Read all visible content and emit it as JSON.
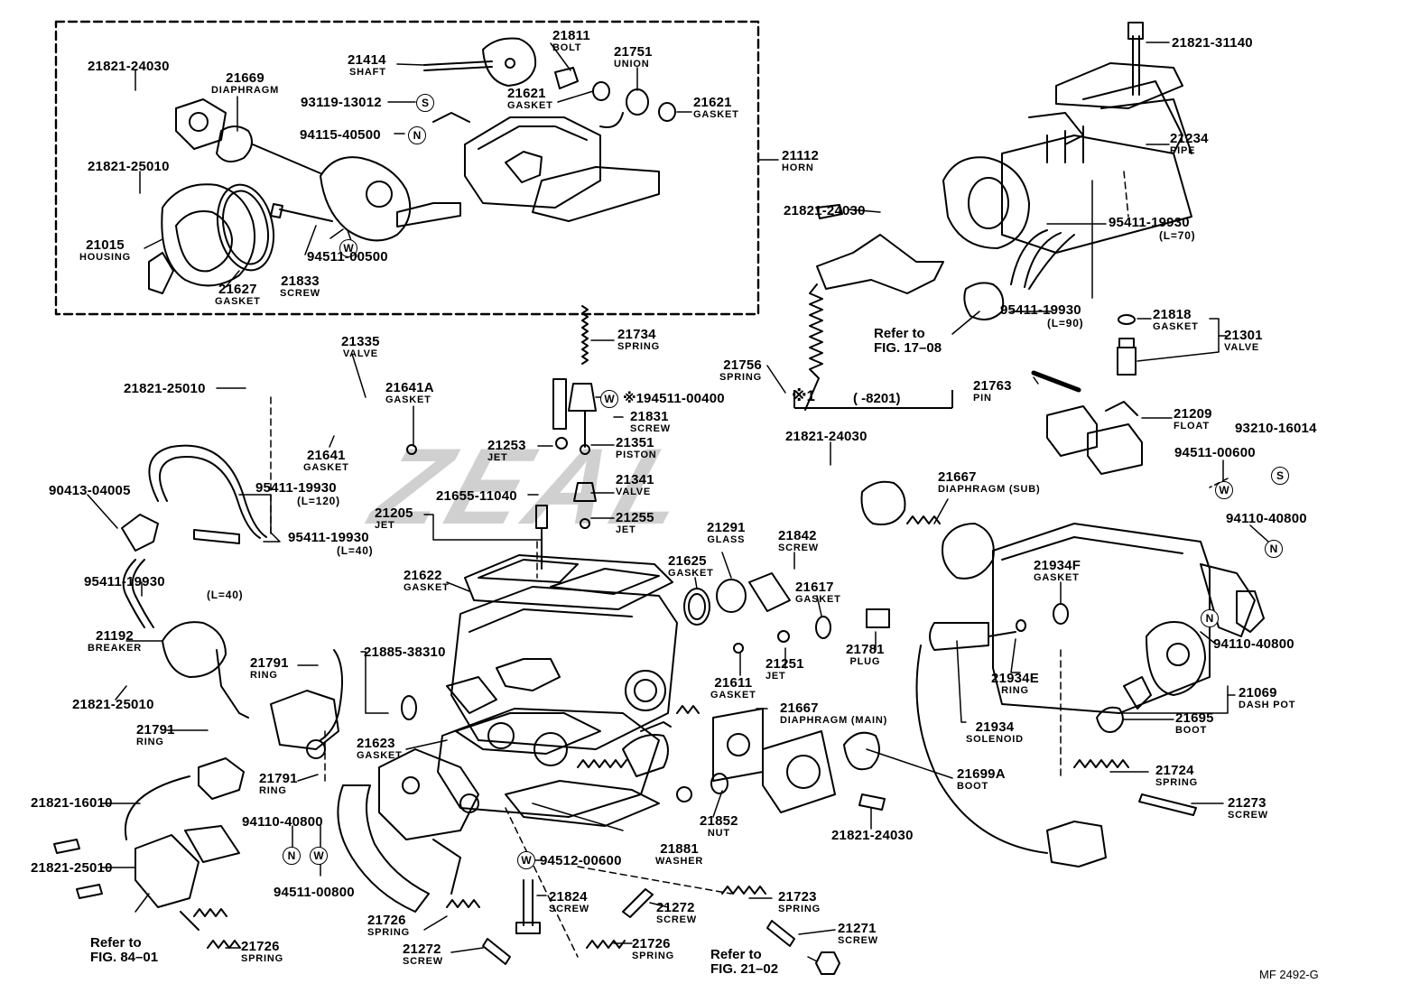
{
  "drawing_code": "MF 2492-G",
  "watermark": "ZEAL",
  "symbols": {
    "S": "S",
    "N": "N",
    "W": "W"
  },
  "note_box": {
    "mark": "※1",
    "range": "( -8201)"
  },
  "refs": {
    "fig_17_08": [
      "Refer to",
      "FIG. 17–08"
    ],
    "fig_84_01": [
      "Refer to",
      "FIG. 84–01"
    ],
    "fig_21_02": [
      "Refer to",
      "FIG. 21–02"
    ]
  },
  "parts": {
    "p21821_24030_a": {
      "number": "21821-24030",
      "name": ""
    },
    "p21669": {
      "number": "21669",
      "name": "DIAPHRAGM"
    },
    "p21414": {
      "number": "21414",
      "name": "SHAFT"
    },
    "p21811": {
      "number": "21811",
      "name": "BOLT"
    },
    "p21751": {
      "number": "21751",
      "name": "UNION"
    },
    "p93119": {
      "number": "93119-13012",
      "name": ""
    },
    "p21621_a": {
      "number": "21621",
      "name": "GASKET"
    },
    "p21621_b": {
      "number": "21621",
      "name": "GASKET"
    },
    "p94115": {
      "number": "94115-40500",
      "name": ""
    },
    "p21821_25010_a": {
      "number": "21821-25010",
      "name": ""
    },
    "p21112": {
      "number": "21112",
      "name": "HORN"
    },
    "p21015": {
      "number": "21015",
      "name": "HOUSING"
    },
    "p94511_00500": {
      "number": "94511-00500",
      "name": ""
    },
    "p21833": {
      "number": "21833",
      "name": "SCREW"
    },
    "p21627": {
      "number": "21627",
      "name": "GASKET"
    },
    "p21821_31140": {
      "number": "21821-31140",
      "name": ""
    },
    "p21234": {
      "number": "21234",
      "name": "PIPE"
    },
    "p21821_24030_b": {
      "number": "21821-24030",
      "name": ""
    },
    "p95411_l70": {
      "number": "95411-19930",
      "name": "(L=70)"
    },
    "p95411_l90": {
      "number": "95411-19930",
      "name": "(L=90)"
    },
    "p21818": {
      "number": "21818",
      "name": "GASKET"
    },
    "p21301": {
      "number": "21301",
      "name": "VALVE"
    },
    "p21734": {
      "number": "21734",
      "name": "SPRING"
    },
    "p21335": {
      "number": "21335",
      "name": "VALVE"
    },
    "p21821_25010_b": {
      "number": "21821-25010",
      "name": ""
    },
    "p21641a": {
      "number": "21641A",
      "name": "GASKET"
    },
    "p21756": {
      "number": "21756",
      "name": "SPRING"
    },
    "p94511_00400": {
      "number": "94511-00400",
      "name": ""
    },
    "p21831": {
      "number": "21831",
      "name": "SCREW"
    },
    "p21763": {
      "number": "21763",
      "name": "PIN"
    },
    "p21209": {
      "number": "21209",
      "name": "FLOAT"
    },
    "p93210": {
      "number": "93210-16014",
      "name": ""
    },
    "p21253": {
      "number": "21253",
      "name": "JET"
    },
    "p21351": {
      "number": "21351",
      "name": "PISTON"
    },
    "p21641": {
      "number": "21641",
      "name": "GASKET"
    },
    "p21821_24030_c": {
      "number": "21821-24030",
      "name": ""
    },
    "p94511_00600": {
      "number": "94511-00600",
      "name": ""
    },
    "p90413": {
      "number": "90413-04005",
      "name": ""
    },
    "p95411_l120": {
      "number": "95411-19930",
      "name": "(L=120)"
    },
    "p21655": {
      "number": "21655-11040",
      "name": ""
    },
    "p21341": {
      "number": "21341",
      "name": "VALVE"
    },
    "p21667_sub": {
      "number": "21667",
      "name": "DIAPHRAGM (SUB)"
    },
    "p21205": {
      "number": "21205",
      "name": "JET"
    },
    "p21255": {
      "number": "21255",
      "name": "JET"
    },
    "p94110_a": {
      "number": "94110-40800",
      "name": ""
    },
    "p95411_l40_a": {
      "number": "95411-19930",
      "name": "(L=40)"
    },
    "p21291": {
      "number": "21291",
      "name": "GLASS"
    },
    "p21842": {
      "number": "21842",
      "name": "SCREW"
    },
    "p95411_l40_b": {
      "number": "95411-19930",
      "name": "(L=40)"
    },
    "p21625": {
      "number": "21625",
      "name": "GASKET"
    },
    "p21934f": {
      "number": "21934F",
      "name": "GASKET"
    },
    "p21622": {
      "number": "21622",
      "name": "GASKET"
    },
    "p21617": {
      "number": "21617",
      "name": "GASKET"
    },
    "p21781": {
      "number": "21781",
      "name": "PLUG"
    },
    "p21192": {
      "number": "21192",
      "name": "BREAKER"
    },
    "p94110_b": {
      "number": "94110-40800",
      "name": ""
    },
    "p21791_a": {
      "number": "21791",
      "name": "RING"
    },
    "p21885": {
      "number": "21885-38310",
      "name": ""
    },
    "p21251": {
      "number": "21251",
      "name": "JET"
    },
    "p21821_25010_c": {
      "number": "21821-25010",
      "name": ""
    },
    "p21611": {
      "number": "21611",
      "name": "GASKET"
    },
    "p21934e": {
      "number": "21934E",
      "name": "RING"
    },
    "p21069": {
      "number": "21069",
      "name": "DASH POT"
    },
    "p21791_b": {
      "number": "21791",
      "name": "RING"
    },
    "p21667_main": {
      "number": "21667",
      "name": "DIAPHRAGM (MAIN)"
    },
    "p21934": {
      "number": "21934",
      "name": "SOLENOID"
    },
    "p21695": {
      "number": "21695",
      "name": "BOOT"
    },
    "p21623": {
      "number": "21623",
      "name": "GASKET"
    },
    "p21791_c": {
      "number": "21791",
      "name": "RING"
    },
    "p21724": {
      "number": "21724",
      "name": "SPRING"
    },
    "p21699a": {
      "number": "21699A",
      "name": "BOOT"
    },
    "p21821_16010": {
      "number": "21821-16010",
      "name": ""
    },
    "p94110_c": {
      "number": "94110-40800",
      "name": ""
    },
    "p21852": {
      "number": "21852",
      "name": "NUT"
    },
    "p21273": {
      "number": "21273",
      "name": "SCREW"
    },
    "p21821_24030_d": {
      "number": "21821-24030",
      "name": ""
    },
    "p21881": {
      "number": "21881",
      "name": "WASHER"
    },
    "p94512": {
      "number": "94512-00600",
      "name": ""
    },
    "p21821_25010_d": {
      "number": "21821-25010",
      "name": ""
    },
    "p94511_00800": {
      "number": "94511-00800",
      "name": ""
    },
    "p21824": {
      "number": "21824",
      "name": "SCREW"
    },
    "p21723": {
      "number": "21723",
      "name": "SPRING"
    },
    "p21726_a": {
      "number": "21726",
      "name": "SPRING"
    },
    "p21272_a": {
      "number": "21272",
      "name": "SCREW"
    },
    "p21271": {
      "number": "21271",
      "name": "SCREW"
    },
    "p21726_b": {
      "number": "21726",
      "name": "SPRING"
    },
    "p21272_b": {
      "number": "21272",
      "name": "SCREW"
    },
    "p21726_c": {
      "number": "21726",
      "name": "SPRING"
    }
  }
}
